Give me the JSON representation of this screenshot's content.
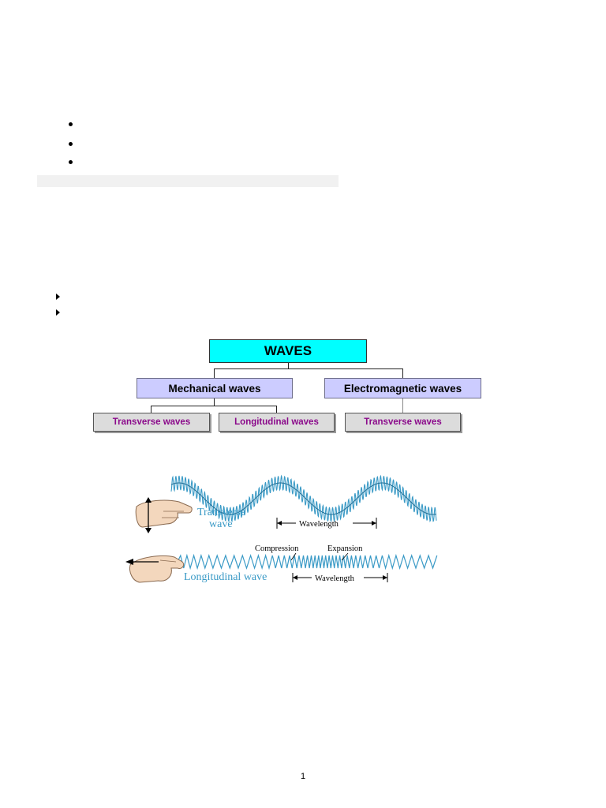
{
  "diagram": {
    "root": "WAVES",
    "mechanical": "Mechanical waves",
    "electromagnetic": "Electromagnetic waves",
    "mech_transverse": "Transverse waves",
    "mech_longitudinal": "Longitudinal waves",
    "em_transverse": "Transverse waves"
  },
  "figure": {
    "transverse_label_1": "Transverse",
    "transverse_label_2": "wave",
    "wavelength_top": "Wavelength",
    "compression": "Compression",
    "expansion": "Expansion",
    "longitudinal_label": "Longitudinal wave",
    "wavelength_bottom": "Wavelength",
    "wave_color": "#3a9ac6"
  },
  "page": {
    "number": "1"
  }
}
